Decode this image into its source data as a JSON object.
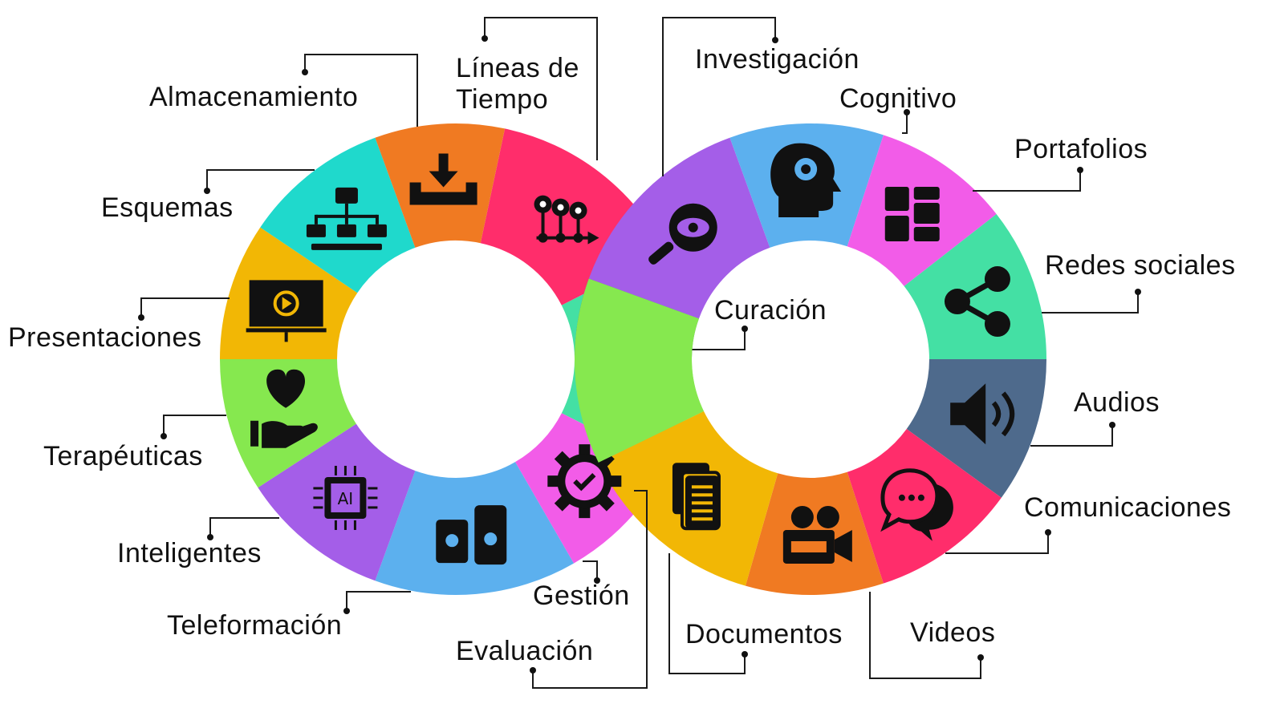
{
  "colors": {
    "background": "#ffffff",
    "text": "#111111",
    "icon": "#111111"
  },
  "segments": [
    {
      "name": "almacenamiento",
      "label": "Almacenamiento",
      "color": "#F07A22",
      "icon": "download-tray-icon"
    },
    {
      "name": "lineas-de-tiempo",
      "label_lines": [
        "Líneas de",
        "Tiempo"
      ],
      "color": "#FF2D6B",
      "icon": "timeline-pins-icon"
    },
    {
      "name": "esquemas",
      "label": "Esquemas",
      "color": "#1FD9CC",
      "icon": "flowchart-icon"
    },
    {
      "name": "presentaciones",
      "label": "Presentaciones",
      "color": "#F2B705",
      "icon": "presentation-screen-icon"
    },
    {
      "name": "terapeuticas",
      "label": "Terapéuticas",
      "color": "#86E84F",
      "icon": "heart-hand-icon"
    },
    {
      "name": "inteligentes",
      "label": "Inteligentes",
      "color": "#A45EE8",
      "icon": "ai-chip-icon"
    },
    {
      "name": "teleformacion",
      "label": "Teleformación",
      "color": "#5CB0EE",
      "icon": "devices-icon"
    },
    {
      "name": "gestion",
      "label": "Gestión",
      "color": "#F25CE8",
      "icon": "gear-check-icon"
    },
    {
      "name": "evaluacion",
      "label": "Evaluación",
      "color": "#44E0A4",
      "icon": "check-stars-icon"
    },
    {
      "name": "curacion",
      "label": "Curación",
      "color": "#86E84F",
      "icon": "bug-target-icon"
    },
    {
      "name": "investigacion",
      "label": "Investigación",
      "color": "#A45EE8",
      "icon": "magnifier-eye-icon"
    },
    {
      "name": "cognitivo",
      "label": "Cognitivo",
      "color": "#5CB0EE",
      "icon": "head-gear-icon"
    },
    {
      "name": "portafolios",
      "label": "Portafolios",
      "color": "#F25CE8",
      "icon": "grid-tiles-icon"
    },
    {
      "name": "redes-sociales",
      "label": "Redes sociales",
      "color": "#44E0A4",
      "icon": "share-icon"
    },
    {
      "name": "audios",
      "label": "Audios",
      "color": "#4E6A8C",
      "icon": "speaker-icon"
    },
    {
      "name": "comunicaciones",
      "label": "Comunicaciones",
      "color": "#FF2D6B",
      "icon": "chat-bubbles-icon"
    },
    {
      "name": "videos",
      "label": "Videos",
      "color": "#F07A22",
      "icon": "video-camera-icon"
    },
    {
      "name": "documentos",
      "label": "Documentos",
      "color": "#F2B705",
      "icon": "documents-icon"
    }
  ]
}
